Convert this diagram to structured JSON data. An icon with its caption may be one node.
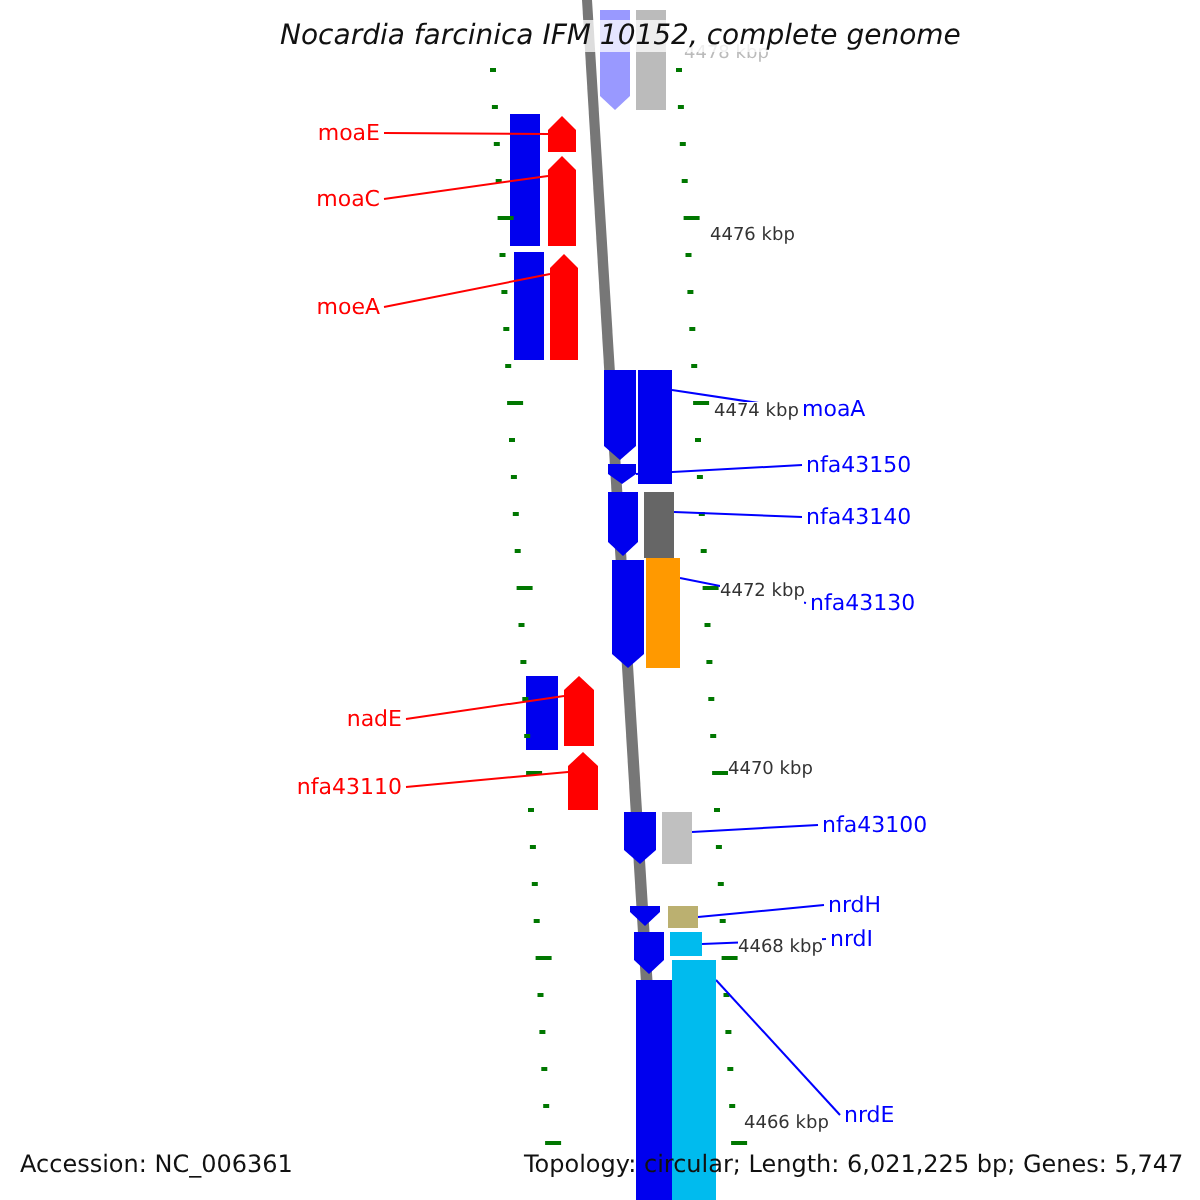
{
  "diagram": {
    "title": "Nocardia farcinica IFM 10152, complete genome",
    "nodes": [
      {
        "text": [
          "moaE"
        ]
      },
      {
        "text": [
          "moaC"
        ]
      },
      {
        "text": [
          "moeA"
        ]
      },
      {
        "text": [
          "moaA"
        ]
      },
      {
        "text": [
          "nfa43150"
        ]
      },
      {
        "text": [
          "nfa43140"
        ]
      },
      {
        "text": [
          "nfa43130"
        ]
      },
      {
        "text": [
          "nadE"
        ]
      },
      {
        "text": [
          "nfa43110"
        ]
      },
      {
        "text": [
          "nfa43100"
        ]
      },
      {
        "text": [
          "nrdH"
        ]
      },
      {
        "text": [
          "nrdI"
        ]
      },
      {
        "text": [
          "nrdE"
        ]
      },
      {
        "text": [],
        "shape": "bar"
      },
      {
        "text": [],
        "shape": "bar"
      },
      {
        "text": [],
        "shape": "bar"
      },
      {
        "text": [],
        "shape": "bar"
      },
      {
        "text": [],
        "shape": "bar"
      },
      {
        "text": [],
        "shape": "bar"
      },
      {
        "text": [],
        "shape": "bar"
      },
      {
        "text": [],
        "shape": "bar"
      },
      {
        "text": [],
        "shape": "bar"
      },
      {
        "text": [],
        "shape": "bar"
      },
      {
        "text": [],
        "shape": "bar"
      },
      {
        "text": [],
        "shape": "bar"
      },
      {
        "text": [],
        "shape": "bar"
      }
    ],
    "edges": [
      {
        "from": 0,
        "to": 13,
        "arrow": "none",
        "color": "#ff0000"
      },
      {
        "from": 1,
        "to": 14,
        "arrow": "none",
        "color": "#ff0000"
      },
      {
        "from": 2,
        "to": 15,
        "arrow": "none",
        "color": "#ff0000"
      },
      {
        "from": 3,
        "to": 16,
        "arrow": "none"
      },
      {
        "from": 4,
        "to": 17,
        "arrow": "none"
      },
      {
        "from": 5,
        "to": 18,
        "arrow": "none"
      },
      {
        "from": 6,
        "to": 19,
        "arrow": "none"
      },
      {
        "from": 7,
        "to": 20,
        "arrow": "none",
        "color": "#ff0000"
      },
      {
        "from": 8,
        "to": 21,
        "arrow": "none",
        "color": "#ff0000"
      },
      {
        "from": 9,
        "to": 22,
        "arrow": "none"
      },
      {
        "from": 10,
        "to": 23,
        "arrow": "none"
      },
      {
        "from": 11,
        "to": 24,
        "arrow": "none"
      },
      {
        "from": 12,
        "to": 25,
        "arrow": "none"
      }
    ],
    "labels": [
      "4478 kbp",
      "4476 kbp",
      "4474 kbp",
      "4472 kbp",
      "4470 kbp",
      "4468 kbp",
      "4466 kbp",
      "Accession: NC_006361",
      "Topology: circular; Length: 6,021,225 bp; Genes: 5,747"
    ]
  }
}
